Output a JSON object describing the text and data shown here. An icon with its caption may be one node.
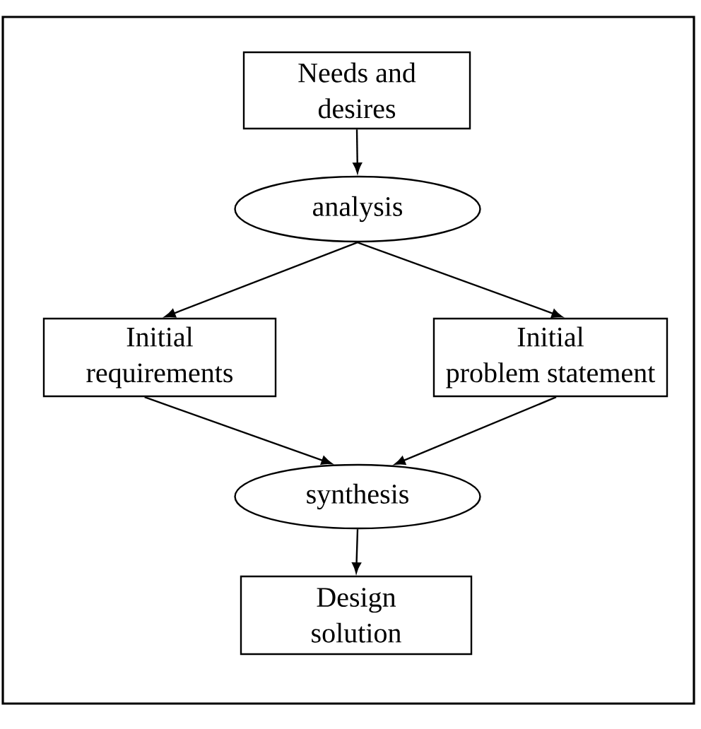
{
  "diagram": {
    "nodes": [
      {
        "text": [
          "Needs and desires"
        ]
      },
      {
        "text": [
          "analysis"
        ]
      },
      {
        "text": [
          "Initial requirements"
        ]
      },
      {
        "text": [
          "Initial problem statement"
        ]
      },
      {
        "text": [
          "synthesis"
        ]
      },
      {
        "text": [
          "Design solution"
        ]
      }
    ],
    "edges": [
      {
        "from": 0,
        "to": 1,
        "arrow": "to"
      },
      {
        "from": 1,
        "to": 2,
        "arrow": "to"
      },
      {
        "from": 1,
        "to": 3,
        "arrow": "to"
      },
      {
        "from": 2,
        "to": 4,
        "arrow": "to"
      },
      {
        "from": 3,
        "to": 4,
        "arrow": "to"
      },
      {
        "from": 4,
        "to": 5,
        "arrow": "to"
      }
    ]
  }
}
